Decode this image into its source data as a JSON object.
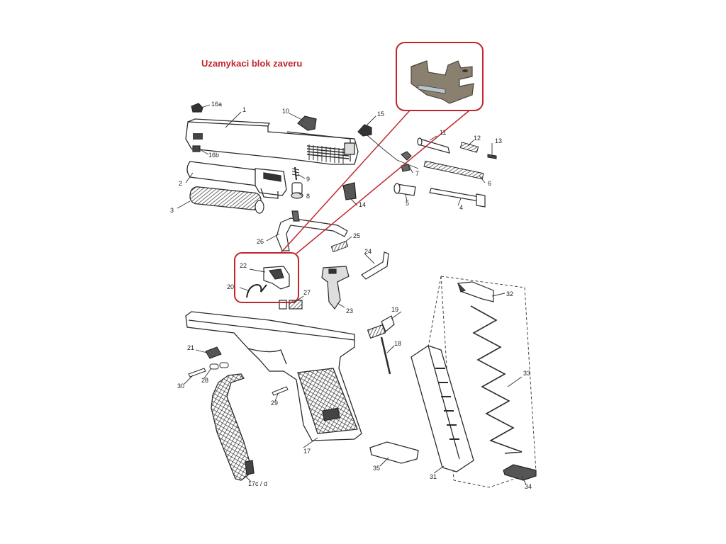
{
  "title": "Uzamykaci blok zaveru",
  "colors": {
    "highlight": "#c0272d",
    "line": "#2b2b2b",
    "part": "#555555"
  },
  "labels": {
    "l1": "1",
    "l2": "2",
    "l3": "3",
    "l4": "4",
    "l5": "5",
    "l6": "6",
    "l7": "7",
    "l8": "8",
    "l9": "9",
    "l10": "10",
    "l11": "11",
    "l12": "12",
    "l13": "13",
    "l14": "14",
    "l15": "15",
    "l16a": "16a",
    "l16b": "16b",
    "l17": "17",
    "l17cd": "17c / d",
    "l18": "18",
    "l19": "19",
    "l20": "20",
    "l21": "21",
    "l22": "22",
    "l23": "23",
    "l24": "24",
    "l25": "25",
    "l26": "26",
    "l27": "27",
    "l28": "28",
    "l29": "29",
    "l30": "30",
    "l31": "31",
    "l32": "32",
    "l33": "33",
    "l34": "34",
    "l35": "35"
  }
}
